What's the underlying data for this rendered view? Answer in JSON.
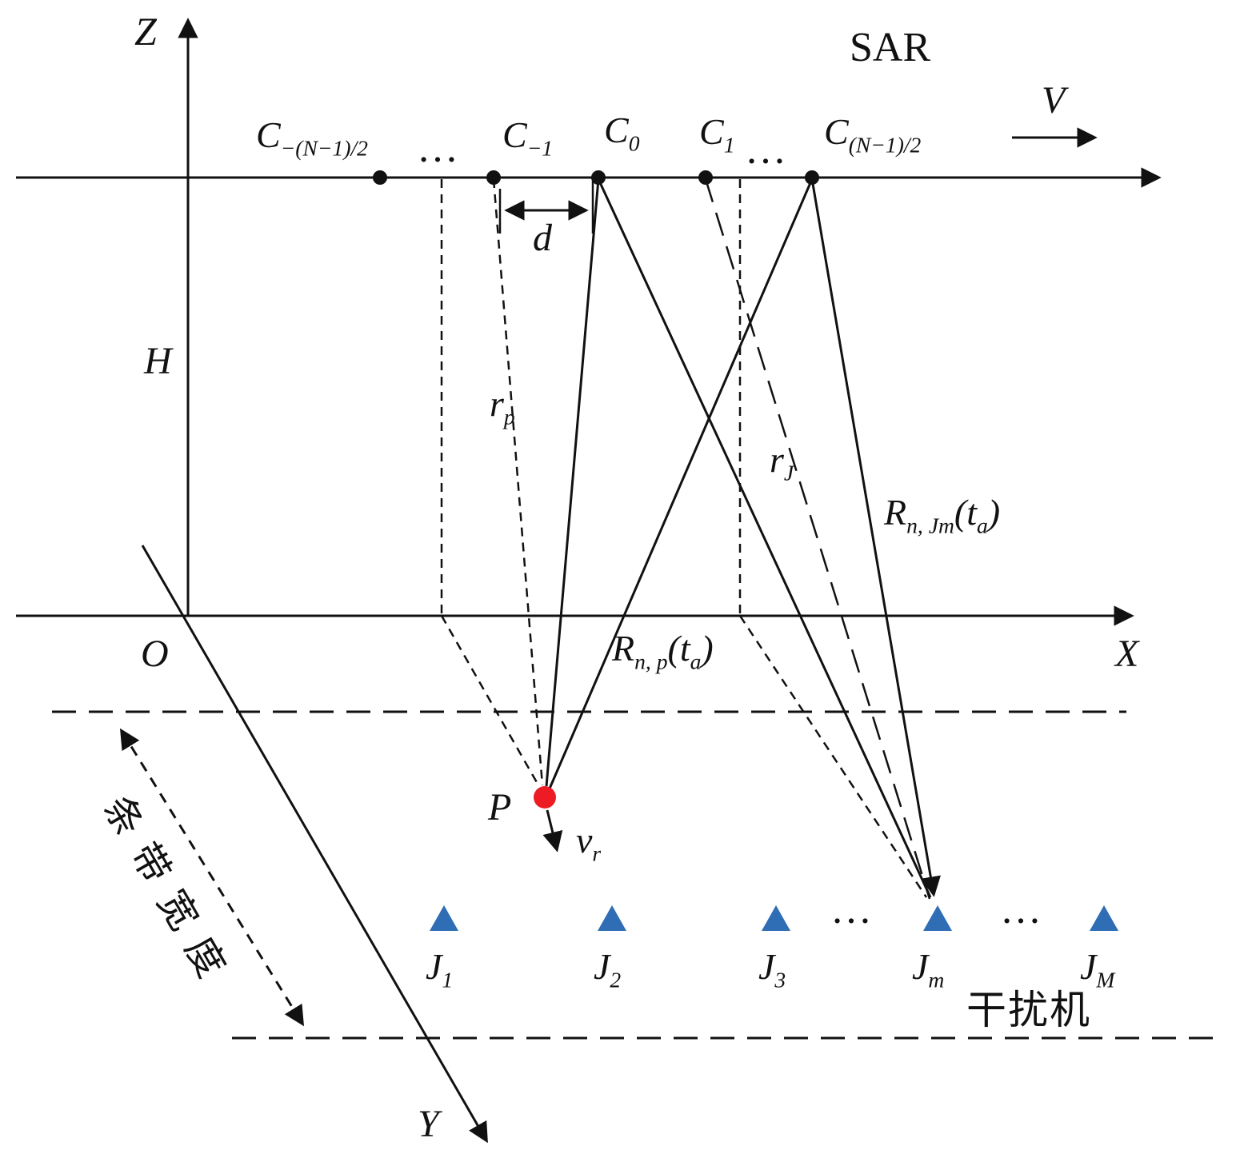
{
  "figure": {
    "description": "SAR multichannel geometry diagram with moving target P and jammer array"
  },
  "colors": {
    "line": "#111111",
    "jammer": "#2f6eb5",
    "target": "#ed1c24"
  },
  "labels": {
    "z_axis": "Z",
    "sar": "SAR",
    "velocity": "V",
    "d_spacing": "d",
    "height": "H",
    "origin": "O",
    "x_axis": "X",
    "y_axis": "Y",
    "target_p": "P",
    "ellipsis": "…",
    "jammer_cn": "干扰机",
    "swath_cn": "条带宽度"
  },
  "rich_labels": {
    "c_left": [
      {
        "t": "C"
      },
      {
        "s": "−(N−1)/2"
      }
    ],
    "c_m1": [
      {
        "t": "C"
      },
      {
        "s": "−1"
      }
    ],
    "c_0": [
      {
        "t": "C"
      },
      {
        "s": "0"
      }
    ],
    "c_1": [
      {
        "t": "C"
      },
      {
        "s": "1"
      }
    ],
    "c_right": [
      {
        "t": "C"
      },
      {
        "s": "(N−1)/2"
      }
    ],
    "r_p": [
      {
        "t": "r"
      },
      {
        "s": "p"
      }
    ],
    "r_j": [
      {
        "t": "r"
      },
      {
        "s": "J"
      }
    ],
    "R_n_jm": [
      {
        "t": "R"
      },
      {
        "s": "n, Jm"
      },
      {
        "t": "(t"
      },
      {
        "s": "a"
      },
      {
        "t": ")"
      }
    ],
    "R_n_p": [
      {
        "t": "R"
      },
      {
        "s": "n, p"
      },
      {
        "t": "(t"
      },
      {
        "s": "a"
      },
      {
        "t": ")"
      }
    ],
    "v_r": [
      {
        "t": "v"
      },
      {
        "s": "r"
      }
    ],
    "j1": [
      {
        "t": "J"
      },
      {
        "s": "1"
      }
    ],
    "j2": [
      {
        "t": "J"
      },
      {
        "s": "2"
      }
    ],
    "j3": [
      {
        "t": "J"
      },
      {
        "s": "3"
      }
    ],
    "jm": [
      {
        "t": "J"
      },
      {
        "s": "m"
      }
    ],
    "jM": [
      {
        "t": "J"
      },
      {
        "s": "M"
      }
    ]
  }
}
